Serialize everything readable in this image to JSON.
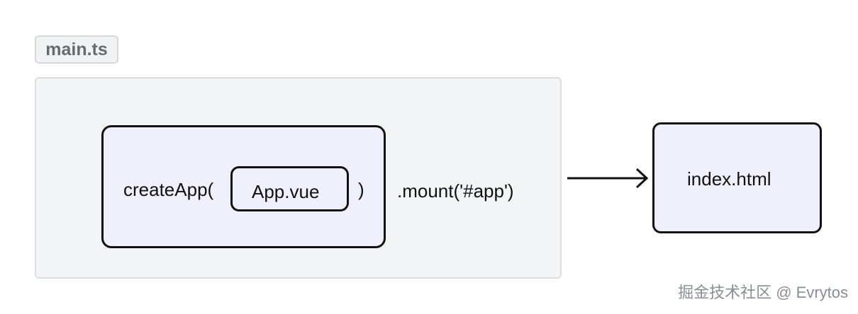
{
  "diagram": {
    "group_label": "main.ts",
    "create_app_text": "createApp(",
    "component": "App.vue",
    "close_paren": ")",
    "mount_call": ".mount('#app')",
    "target": "index.html"
  },
  "watermark": "掘金技术社区 @ Evrytos"
}
